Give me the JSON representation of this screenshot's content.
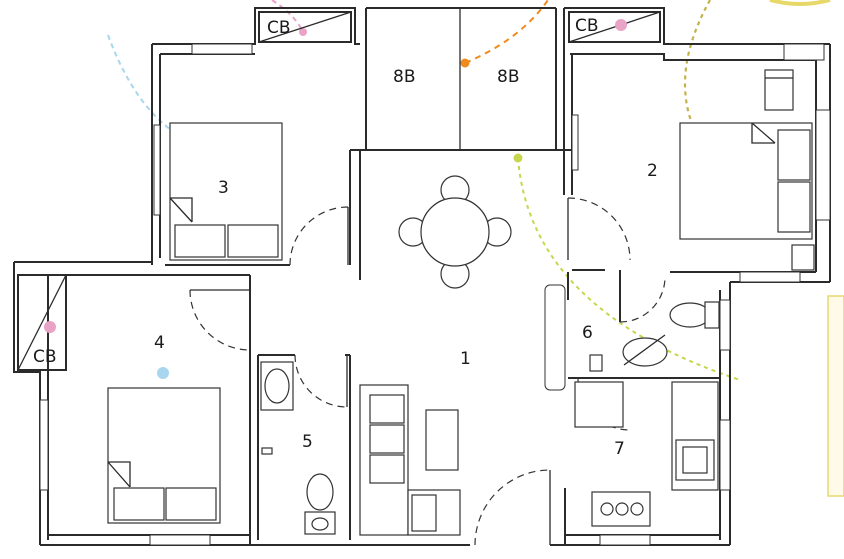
{
  "rooms": {
    "room_1": "1",
    "room_2": "2",
    "room_3": "3",
    "room_4": "4",
    "room_5": "5",
    "room_6": "6",
    "room_7": "7",
    "balcony_left": "8B",
    "balcony_right": "8B",
    "cb_top_left": "CB",
    "cb_top_right": "CB",
    "cb_left": "CB"
  },
  "colors": {
    "wall": "#2b2b2b",
    "orange": "#f08a1e",
    "pink": "#e9a3c6",
    "light_blue": "#a8d6ee",
    "olive": "#c4b24a",
    "lime": "#c8d64e",
    "yellow": "#e8d86a"
  }
}
